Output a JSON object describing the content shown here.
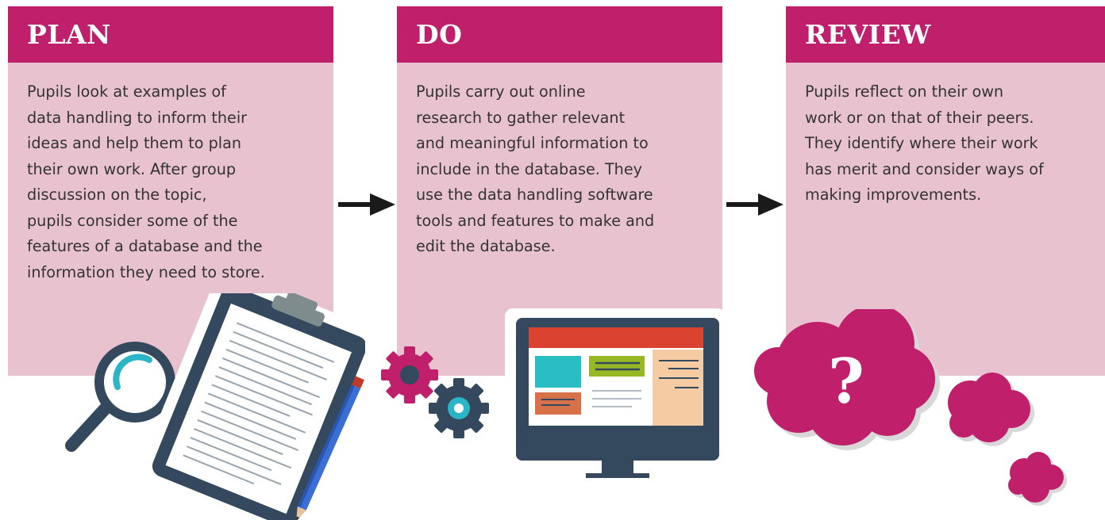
{
  "steps": [
    {
      "title": "PLAN",
      "lines": [
        "Pupils look at examples of",
        "data handling to inform their",
        "ideas and help them to plan",
        "their own work. After group",
        "discussion on the topic,",
        "pupils consider some of the",
        "features of a database and the",
        "information they need to store."
      ]
    },
    {
      "title": "DO",
      "lines": [
        "Pupils carry out online",
        "research to gather relevant",
        "and meaningful information to",
        "include in the database. They",
        "use the data handling software",
        "tools and features to make and",
        "edit the database."
      ]
    },
    {
      "title": "REVIEW",
      "lines": [
        "Pupils reflect on their own",
        "work or on that of their peers.",
        "They identify where their work",
        "has merit and consider ways of",
        "making improvements."
      ]
    }
  ],
  "illustrations": {
    "review_cloud_symbol": "?"
  },
  "colors": {
    "header": "#c01f6c",
    "panel": "#e8c2cf",
    "text": "#333333",
    "arrow": "#1a1a1a",
    "icon_dark": "#34495e",
    "cloud": "#c01f6c"
  }
}
